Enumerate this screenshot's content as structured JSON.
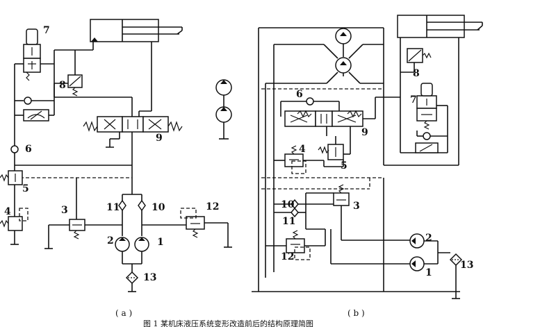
{
  "labels_a": {
    "c1": "1",
    "c2": "2",
    "c3": "3",
    "c4": "4",
    "c5": "5",
    "c6": "6",
    "c7": "7",
    "c8": "8",
    "c9": "9",
    "c10": "10",
    "c11": "11",
    "c12": "12",
    "c13": "13"
  },
  "labels_b": {
    "c1": "1",
    "c2": "2",
    "c3": "3",
    "c4": "4",
    "c5": "5",
    "c6": "6",
    "c7": "7",
    "c8": "8",
    "c9": "9",
    "c10": "10",
    "c11": "11",
    "c12": "12",
    "c13": "13"
  },
  "sub_a": "( a )",
  "sub_b": "( b )",
  "caption": "图 1 某机床液压系统变形改造前后的结构原理简图"
}
